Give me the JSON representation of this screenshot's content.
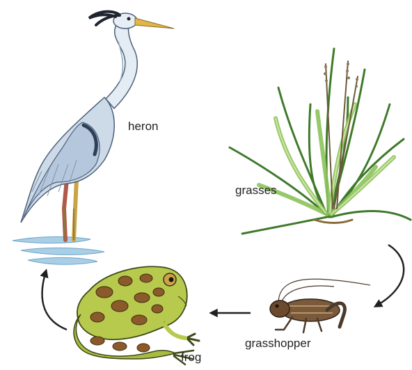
{
  "organisms": {
    "heron": "heron",
    "grasses": "grasses",
    "grasshopper": "grasshopper",
    "frog": "frog"
  },
  "colors": {
    "arrow": "#231f20",
    "label": "#231f20",
    "heron_body": "#c9d7e6",
    "heron_dark": "#5a6f8a",
    "heron_beak": "#e2b64a",
    "heron_legs": "#b05a4a",
    "grass": "#5e9a3a",
    "frog_body": "#b8c94a",
    "frog_spots": "#8a5a2a",
    "grasshopper": "#4a3a2a",
    "water": "#9fc6e0"
  },
  "arrows": [
    {
      "name": "grasses-to-grasshopper-arrow",
      "from": "grasses",
      "to": "grasshopper"
    },
    {
      "name": "grasshopper-to-frog-arrow",
      "from": "grasshopper",
      "to": "frog"
    },
    {
      "name": "frog-to-heron-arrow",
      "from": "frog",
      "to": "heron"
    }
  ]
}
